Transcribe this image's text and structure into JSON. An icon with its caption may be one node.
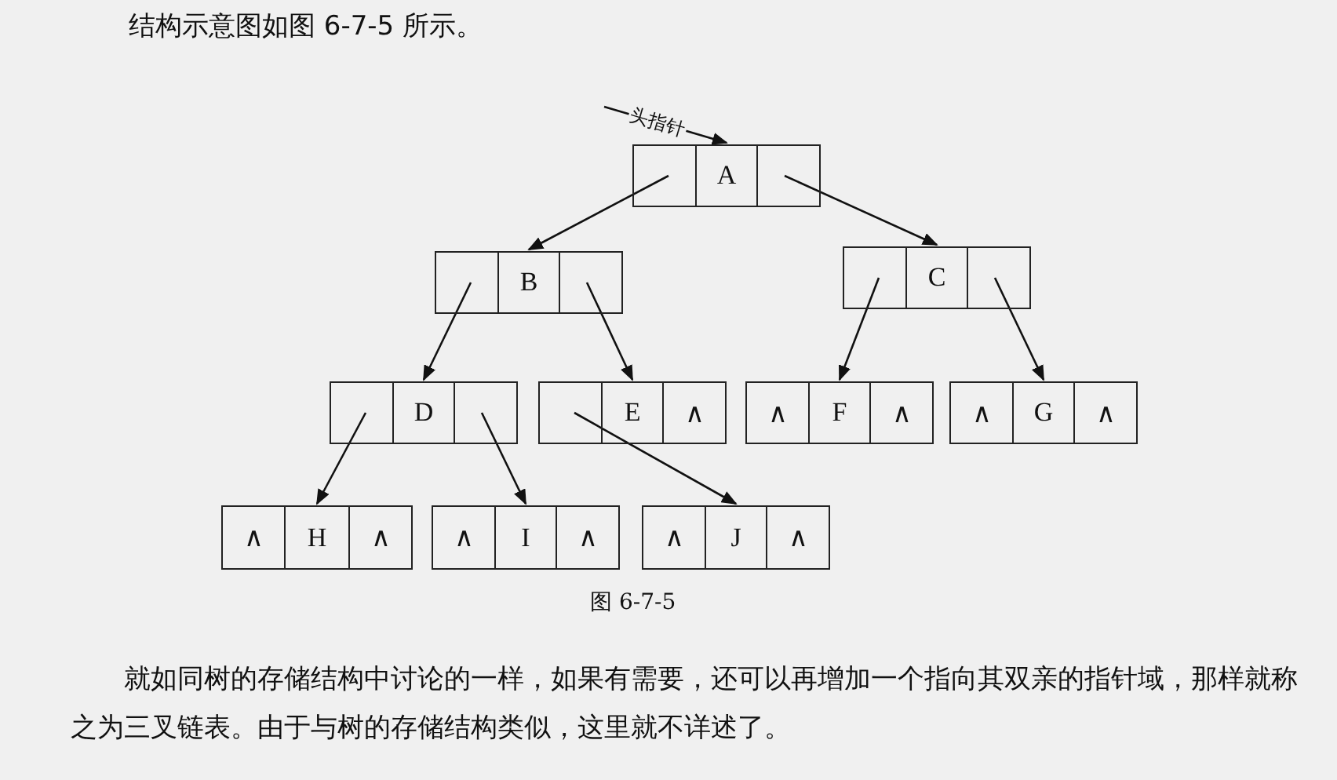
{
  "diagram": {
    "caption": "图 6-7-5",
    "nodes": [
      {
        "text": [
          "A"
        ]
      },
      {
        "text": [
          "B"
        ]
      },
      {
        "text": [
          "C"
        ]
      },
      {
        "text": [
          "D"
        ]
      },
      {
        "text": [
          "E",
          "∧"
        ]
      },
      {
        "text": [
          "∧",
          "F",
          "∧"
        ]
      },
      {
        "text": [
          "∧",
          "G",
          "∧"
        ]
      },
      {
        "text": [
          "∧",
          "H",
          "∧"
        ]
      },
      {
        "text": [
          "∧",
          "I",
          "∧"
        ]
      },
      {
        "text": [
          "∧",
          "J",
          "∧"
        ]
      }
    ],
    "edges": [
      {
        "from": null,
        "to": 0,
        "arrow": "to",
        "label": "头指针"
      },
      {
        "from": 0,
        "to": 1,
        "arrow": "to"
      },
      {
        "from": 0,
        "to": 2,
        "arrow": "to"
      },
      {
        "from": 1,
        "to": 3,
        "arrow": "to"
      },
      {
        "from": 1,
        "to": 4,
        "arrow": "to"
      },
      {
        "from": 2,
        "to": 5,
        "arrow": "to"
      },
      {
        "from": 2,
        "to": 6,
        "arrow": "to"
      },
      {
        "from": 3,
        "to": 7,
        "arrow": "to"
      },
      {
        "from": 3,
        "to": 8,
        "arrow": "to"
      },
      {
        "from": 4,
        "to": 9,
        "arrow": "to"
      }
    ],
    "labels": [
      "结构示意图如图 6-7-5 所示。",
      "就如同树的存储结构中讨论的一样，如果有需要，还可以再增加一个指向其双亲的指针域，那样就称之为三叉链表。由于与树的存储结构类似，这里就不详述了。"
    ]
  }
}
